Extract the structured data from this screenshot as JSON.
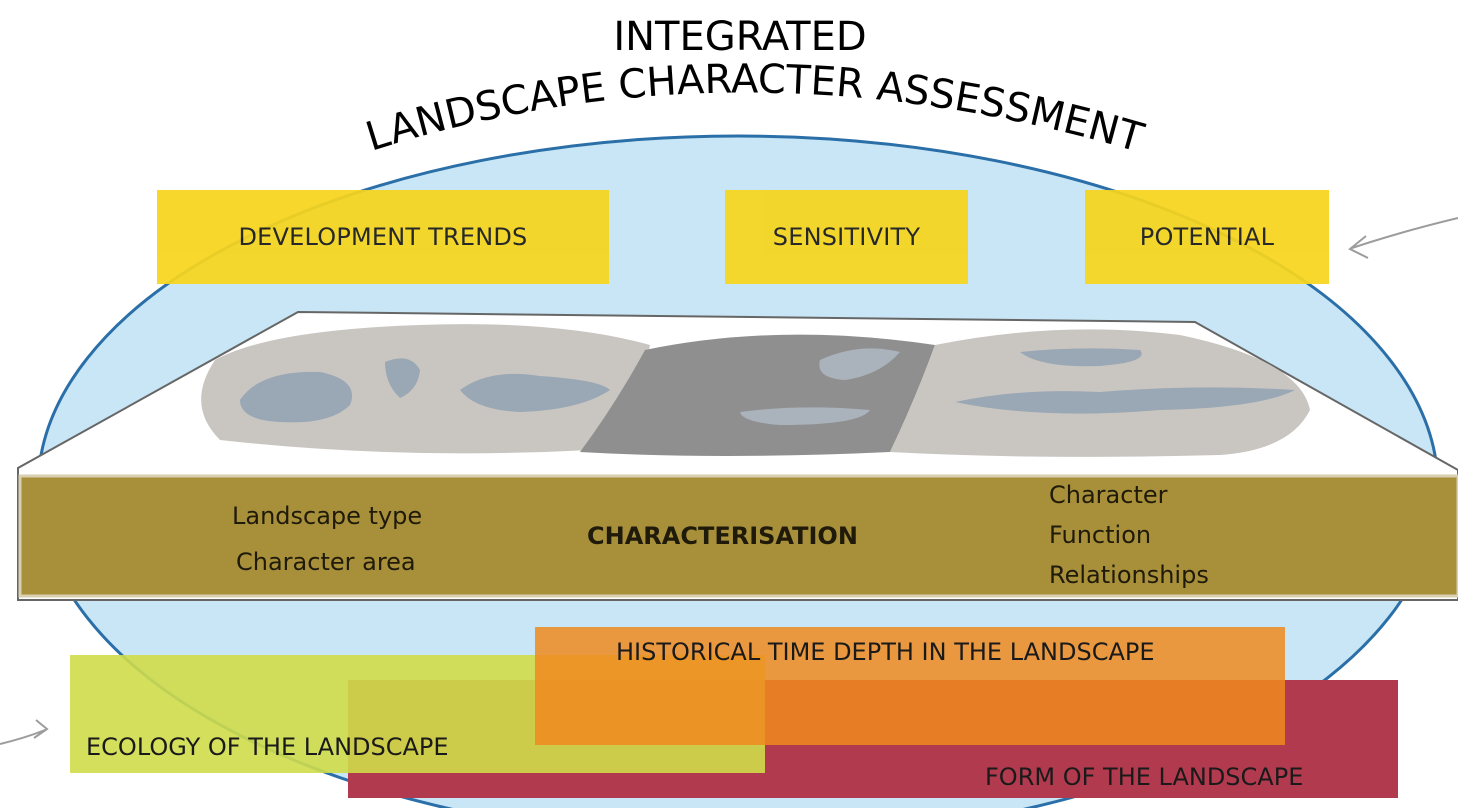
{
  "title": {
    "line1": "INTEGRATED",
    "line2": "LANDSCAPE CHARACTER ASSESSMENT"
  },
  "top_boxes": {
    "development_trends": "DEVELOPMENT TRENDS",
    "sensitivity": "SENSITIVITY",
    "potential": "POTENTIAL"
  },
  "band": {
    "left": [
      "Landscape type",
      "Character area"
    ],
    "center": "CHARACTERISATION",
    "right": [
      "Character",
      "Function",
      "Relationships"
    ]
  },
  "bottom_boxes": {
    "historical": "HISTORICAL TIME DEPTH IN THE LANDSCAPE",
    "ecology": "ECOLOGY OF THE LANDSCAPE",
    "form": "FORM OF THE LANDSCAPE"
  },
  "colors": {
    "ellipse_fill": "#c8e6f5",
    "ellipse_stroke": "#2b6fa8",
    "top_box": "#f7d51d",
    "band": "#a8903a",
    "gray_light": "#c9c6c1",
    "gray_dark": "#8f8f8f",
    "blob_blue": "#9aa7b4",
    "historical": "#f08a1e",
    "ecology": "#cfdc4a",
    "form": "#b23a4e",
    "arrow": "#9c9c9c"
  },
  "icons": {
    "arrow_right": "arrow-in-right",
    "arrow_left": "arrow-in-left"
  }
}
